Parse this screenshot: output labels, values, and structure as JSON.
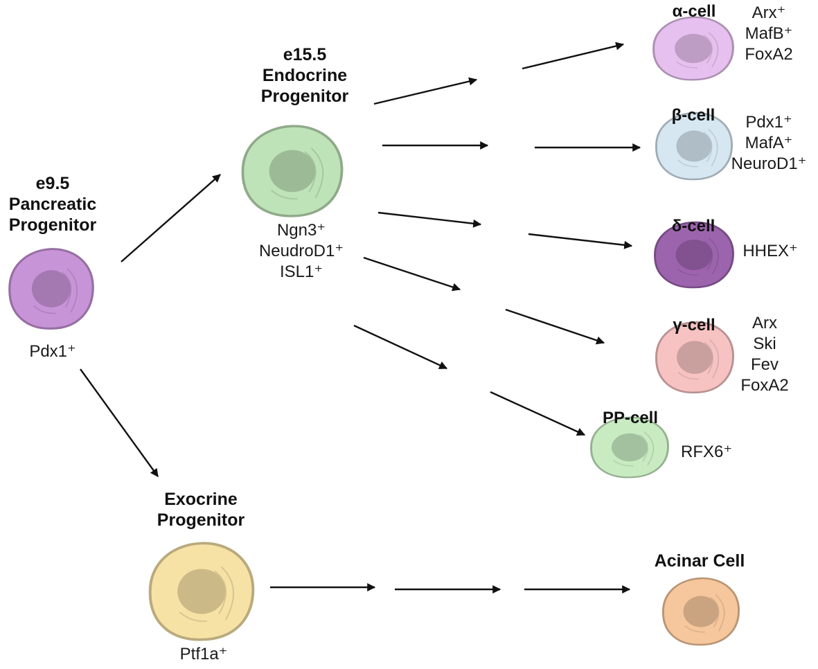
{
  "stages": {
    "pancreatic": {
      "title_lines": [
        "e9.5",
        "Pancreatic",
        "Progenitor"
      ],
      "markers": [
        "Pdx1⁺"
      ],
      "color": "#c894d8"
    },
    "endocrine": {
      "title_lines": [
        "e15.5",
        "Endocrine",
        "Progenitor"
      ],
      "markers": [
        "Ngn3⁺",
        "NeudroD1⁺",
        "ISL1⁺"
      ],
      "color": "#bfe3b8"
    },
    "exocrine": {
      "title_lines": [
        "Exocrine",
        "Progenitor"
      ],
      "markers": [
        "Ptf1a⁺"
      ],
      "color": "#f7e2a6"
    }
  },
  "cells": {
    "alpha": {
      "title": "α-cell",
      "markers": [
        "Arx⁺",
        "MafB⁺",
        "FoxA2"
      ],
      "color": "#e6c0ee"
    },
    "beta": {
      "title": "β-cell",
      "markers": [
        "Pdx1⁺",
        "MafA⁺",
        "NeuroD1⁺"
      ],
      "color": "#d6e7f1"
    },
    "delta": {
      "title": "δ-cell",
      "markers": [
        "HHEX⁺"
      ],
      "color": "#9d64ae"
    },
    "gamma": {
      "title": "γ-cell",
      "markers": [
        "Arx",
        "Ski",
        "Fev",
        "FoxA2"
      ],
      "color": "#f6c3c2"
    },
    "pp": {
      "title": "PP-cell",
      "markers": [
        "RFX6⁺"
      ],
      "color": "#c8ebc2"
    },
    "acinar": {
      "title": "Acinar Cell",
      "markers": [],
      "color": "#f6c79c"
    }
  }
}
